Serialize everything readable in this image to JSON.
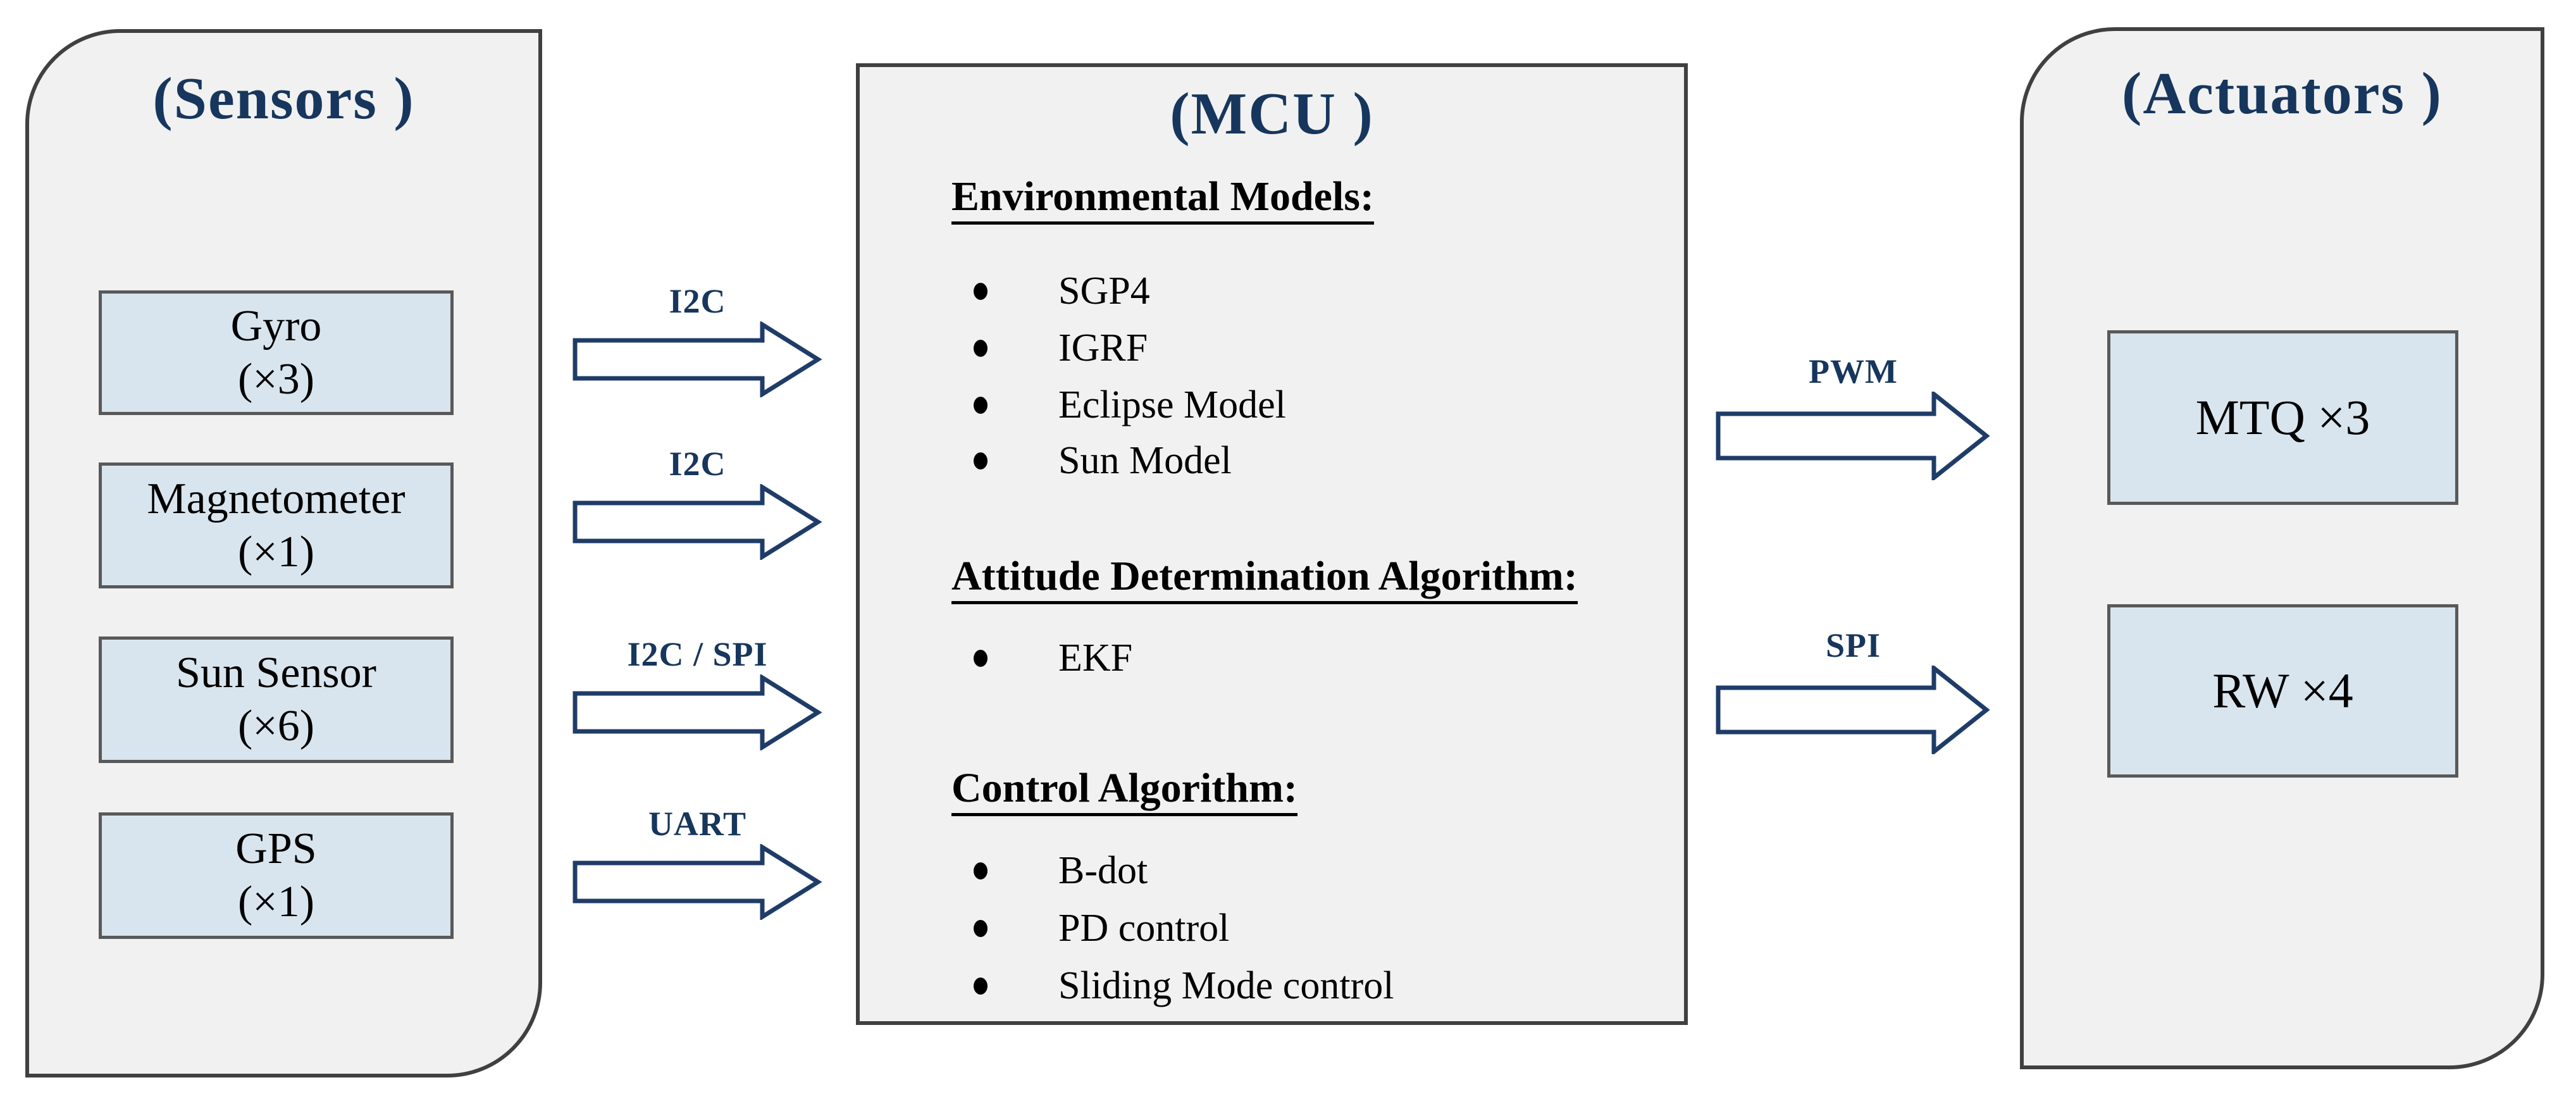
{
  "panels": {
    "sensors": {
      "title": "(Sensors )",
      "boxes": [
        {
          "name": "Gyro",
          "count": "(×3)"
        },
        {
          "name": "Magnetometer",
          "count": "(×1)"
        },
        {
          "name": "Sun Sensor",
          "count": "(×6)"
        },
        {
          "name": "GPS",
          "count": "(×1)"
        }
      ]
    },
    "mcu": {
      "title": "(MCU )",
      "sections": [
        {
          "heading": "Environmental Models:",
          "items": [
            "SGP4",
            "IGRF",
            "Eclipse Model",
            "Sun Model"
          ]
        },
        {
          "heading": "Attitude Determination Algorithm:",
          "items": [
            "EKF"
          ]
        },
        {
          "heading": "Control Algorithm:",
          "items": [
            "B-dot",
            "PD control",
            "Sliding Mode control"
          ]
        }
      ]
    },
    "actuators": {
      "title": "(Actuators )",
      "boxes": [
        {
          "label": "MTQ ×3"
        },
        {
          "label": "RW ×4"
        }
      ]
    }
  },
  "arrows": {
    "sensor_to_mcu": [
      {
        "label": "I2C"
      },
      {
        "label": "I2C"
      },
      {
        "label": "I2C / SPI"
      },
      {
        "label": "UART"
      }
    ],
    "mcu_to_actuators": [
      {
        "label": "PWM"
      },
      {
        "label": "SPI"
      }
    ]
  },
  "colors": {
    "navy_text": "#17365d",
    "arrow_outline": "#1f3c68",
    "panel_fill": "#f1f1f1",
    "panel_border": "#404040",
    "box_fill": "#d9e5ee",
    "box_border": "#595959"
  }
}
